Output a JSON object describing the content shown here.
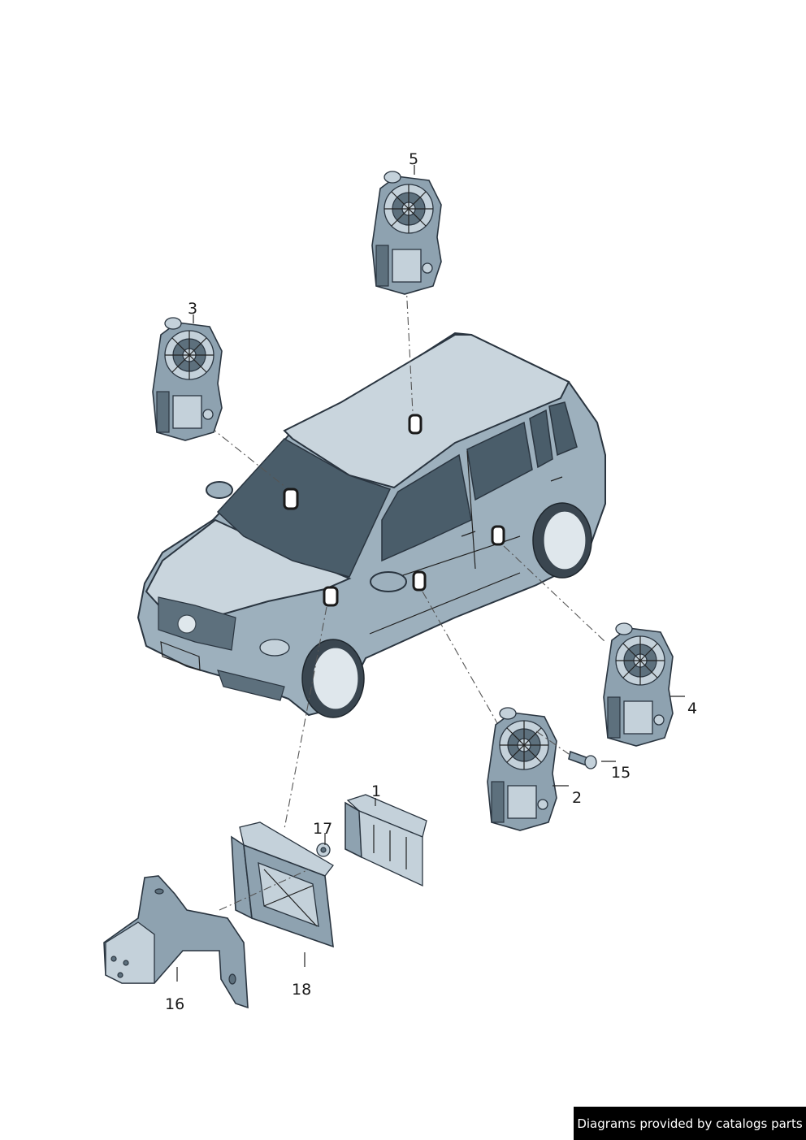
{
  "callouts": {
    "c1": "1",
    "c2": "2",
    "c3": "3",
    "c4": "4",
    "c5": "5",
    "c15": "15",
    "c16": "16",
    "c17": "17",
    "c18": "18"
  },
  "footer": {
    "credit": "Diagrams provided by catalogs parts"
  },
  "colors": {
    "body": "#9db0bd",
    "roof": "#c9d5dd",
    "glass": "#4a5d6a",
    "outline": "#2a3540",
    "badge_bg": "#000000",
    "badge_text": "#ffffff"
  }
}
